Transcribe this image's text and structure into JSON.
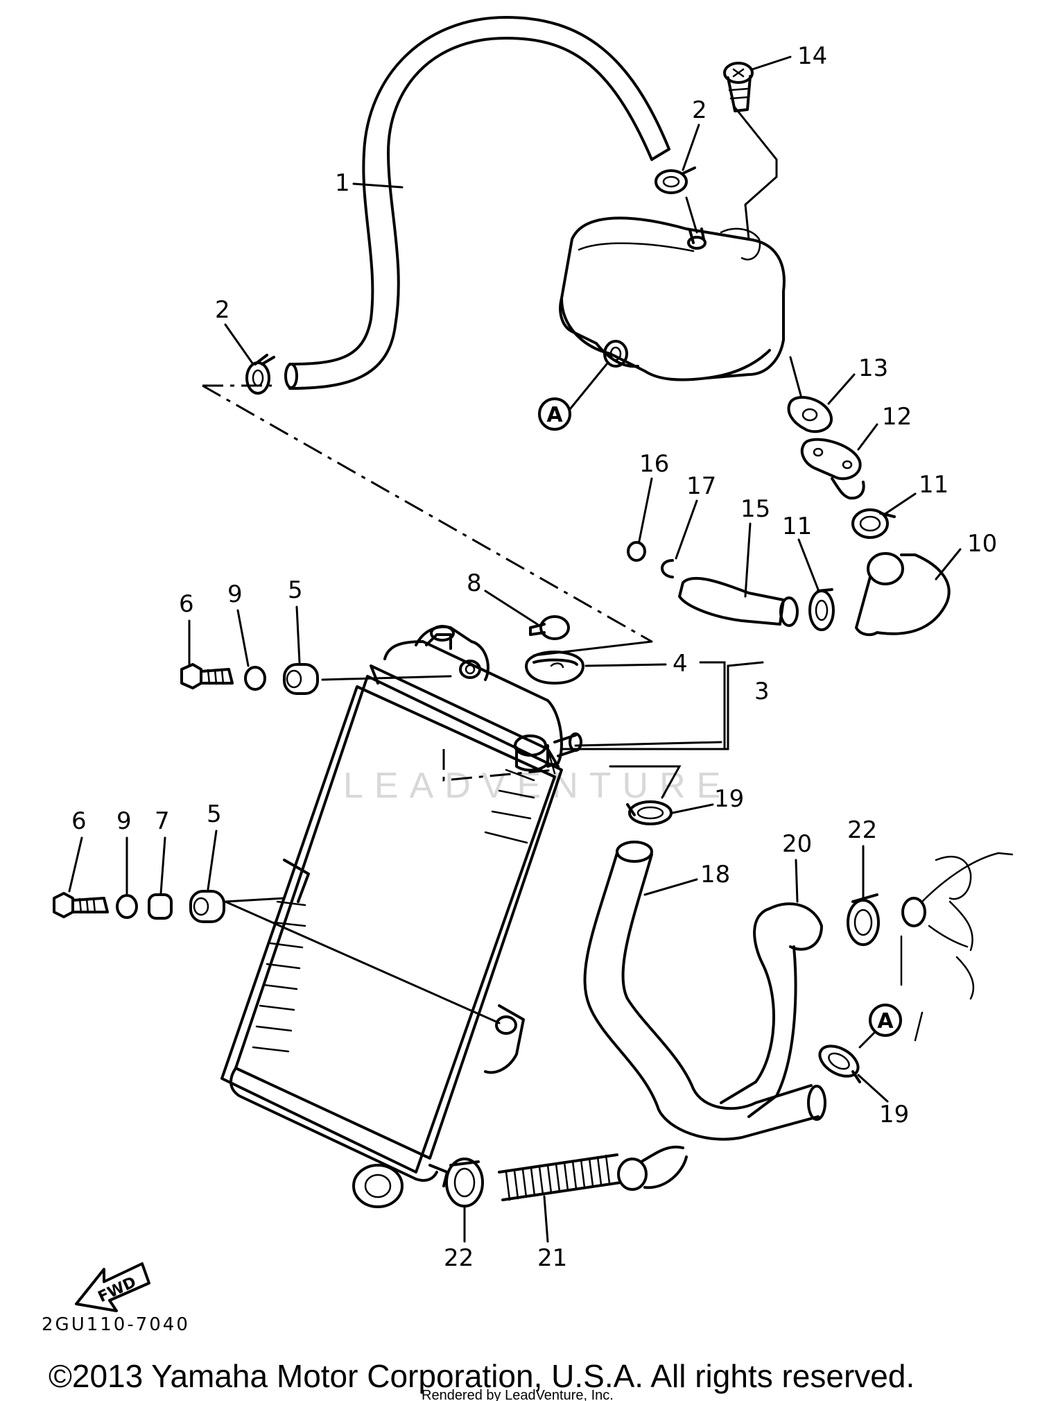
{
  "diagram": {
    "code": "2GU110-7040",
    "copyright": "©2013 Yamaha Motor Corporation, U.S.A. All rights reserved.",
    "rendered_by": "Rendered by LeadVenture, Inc.",
    "watermark": "LEADVENTURE",
    "fwd_label": "FWD",
    "ref_marker": "A",
    "callouts": {
      "c1": "1",
      "c2a": "2",
      "c2b": "2",
      "c3": "3",
      "c4": "4",
      "c5a": "5",
      "c5b": "5",
      "c6a": "6",
      "c6b": "6",
      "c7": "7",
      "c8": "8",
      "c9a": "9",
      "c9b": "9",
      "c10": "10",
      "c11a": "11",
      "c11b": "11",
      "c12": "12",
      "c13": "13",
      "c14": "14",
      "c15": "15",
      "c16": "16",
      "c17": "17",
      "c18": "18",
      "c19a": "19",
      "c19b": "19",
      "c20": "20",
      "c21": "21",
      "c22a": "22",
      "c22b": "22"
    }
  }
}
